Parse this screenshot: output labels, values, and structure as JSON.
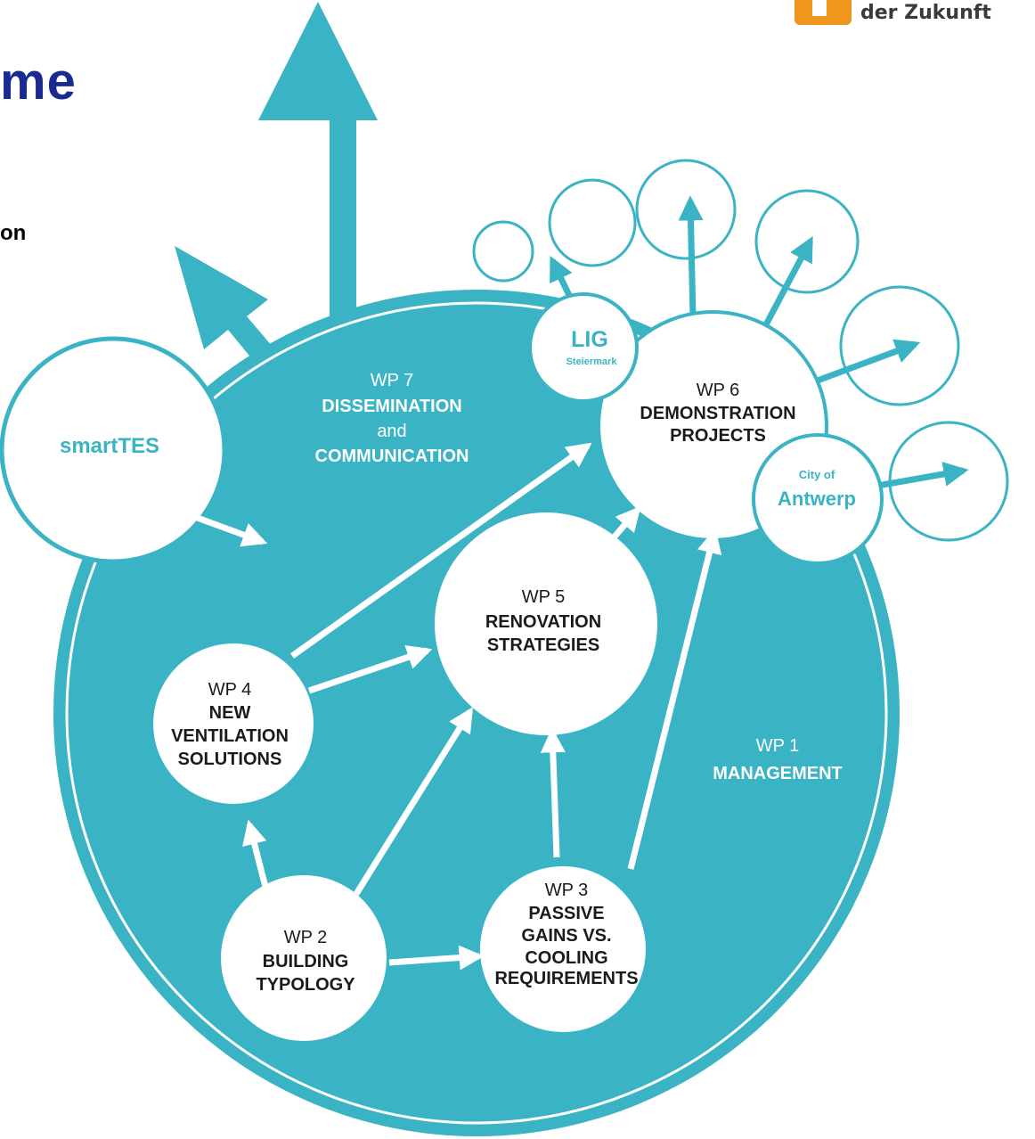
{
  "header": {
    "title_fragment": "me",
    "subtitle_fragment": "on",
    "logo_text": "der Zukunft"
  },
  "colors": {
    "teal": "#3ab3c5",
    "title_blue": "#1a2b8f",
    "logo_orange": "#f0961e"
  },
  "nodes": {
    "wp1": {
      "num": "WP 1",
      "name": "MANAGEMENT"
    },
    "wp2": {
      "num": "WP 2",
      "line1": "BUILDING",
      "line2": "TYPOLOGY"
    },
    "wp3": {
      "num": "WP 3",
      "line1": "PASSIVE",
      "line2": "GAINS VS.",
      "line3": "COOLING",
      "line4": "REQUIREMENTS"
    },
    "wp4": {
      "num": "WP 4",
      "line1": "NEW",
      "line2": "VENTILATION",
      "line3": "SOLUTIONS"
    },
    "wp5": {
      "num": "WP 5",
      "line1": "RENOVATION",
      "line2": "STRATEGIES"
    },
    "wp6": {
      "num": "WP 6",
      "line1": "DEMONSTRATION",
      "line2": "PROJECTS"
    },
    "wp7": {
      "num": "WP 7",
      "line1": "DISSEMINATION",
      "line2": "and",
      "line3": "COMMUNICATION"
    },
    "smarttes": {
      "name": "smartTES"
    },
    "lig": {
      "name": "LIG",
      "sub": "Steiermark"
    },
    "antwerp": {
      "pre": "City of",
      "name": "Antwerp"
    }
  }
}
